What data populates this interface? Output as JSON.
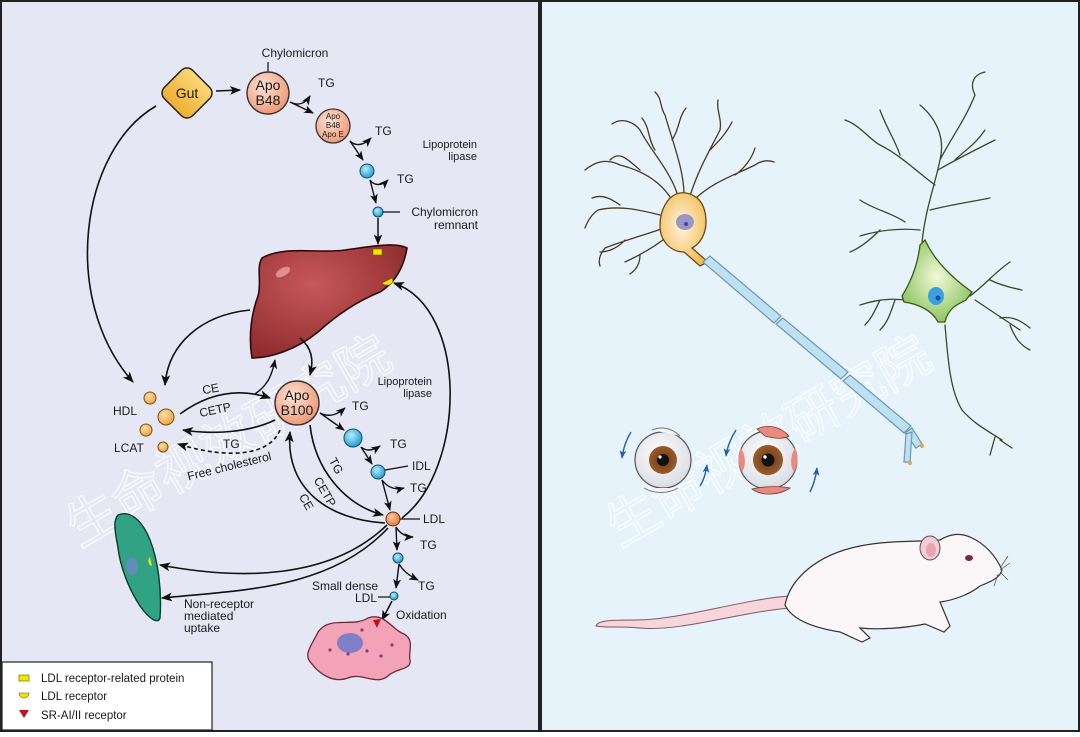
{
  "figure": {
    "left_panel": {
      "name": "lipoprotein-metabolism-pathway",
      "background": "#e6e7f4",
      "nodes": {
        "gut": "Gut",
        "apo_b48_line1": "Apo",
        "apo_b48_line2": "B48",
        "apo_b48e_line1": "Apo",
        "apo_b48e_line2": "B48",
        "apo_b48e_line3": "Apo E",
        "apo_b100_line1": "Apo",
        "apo_b100_line2": "B100"
      },
      "labels": {
        "chylomicron": "Chylomicron",
        "tg": "TG",
        "lipoprotein_lipase_1_line1": "Lipoprotein",
        "lipoprotein_lipase_1_line2": "lipase",
        "chylomicron_remnant_line1": "Chylomicron",
        "chylomicron_remnant_line2": "remnant",
        "hdl": "HDL",
        "lcat": "LCAT",
        "ce": "CE",
        "cetp": "CETP",
        "free_cholesterol": "Free cholesterol",
        "lipoprotein_lipase_2_line1": "Lipoprotein",
        "lipoprotein_lipase_2_line2": "lipase",
        "idl": "IDL",
        "ldl": "LDL",
        "small_dense_line1": "Small dense",
        "small_dense_line2": "LDL",
        "oxidation": "Oxidation",
        "non_receptor_line1": "Non-receptor",
        "non_receptor_line2": "mediated",
        "non_receptor_line3": "uptake"
      },
      "legend": [
        {
          "symbol": "yellow-rectangle",
          "color": "#f2e600",
          "label": "LDL receptor-related protein"
        },
        {
          "symbol": "yellow-half-circle",
          "color": "#f2e600",
          "label": "LDL receptor"
        },
        {
          "symbol": "red-triangle",
          "color": "#c0101c",
          "label": "SR-AI/II receptor"
        }
      ],
      "colors": {
        "gut": "#f6c14a",
        "apo_particle": "#f4a98a",
        "vldl_particle": "#35b2e0",
        "hdl_particle": "#f4b65a",
        "ldl_particle": "#ee8a4a",
        "liver": "#a8383a",
        "macrophage": "#f08aa4",
        "smooth_muscle_cell": "#2a9b7e"
      }
    },
    "right_panel": {
      "name": "model-illustrations",
      "background": "#e7f3fb",
      "items": [
        "pyramidal-neuron-myelinated",
        "multipolar-neuron-green",
        "eyeball-normal",
        "eyeball-inflamed",
        "albino-mouse"
      ]
    },
    "watermark": "生命视效研究院"
  }
}
